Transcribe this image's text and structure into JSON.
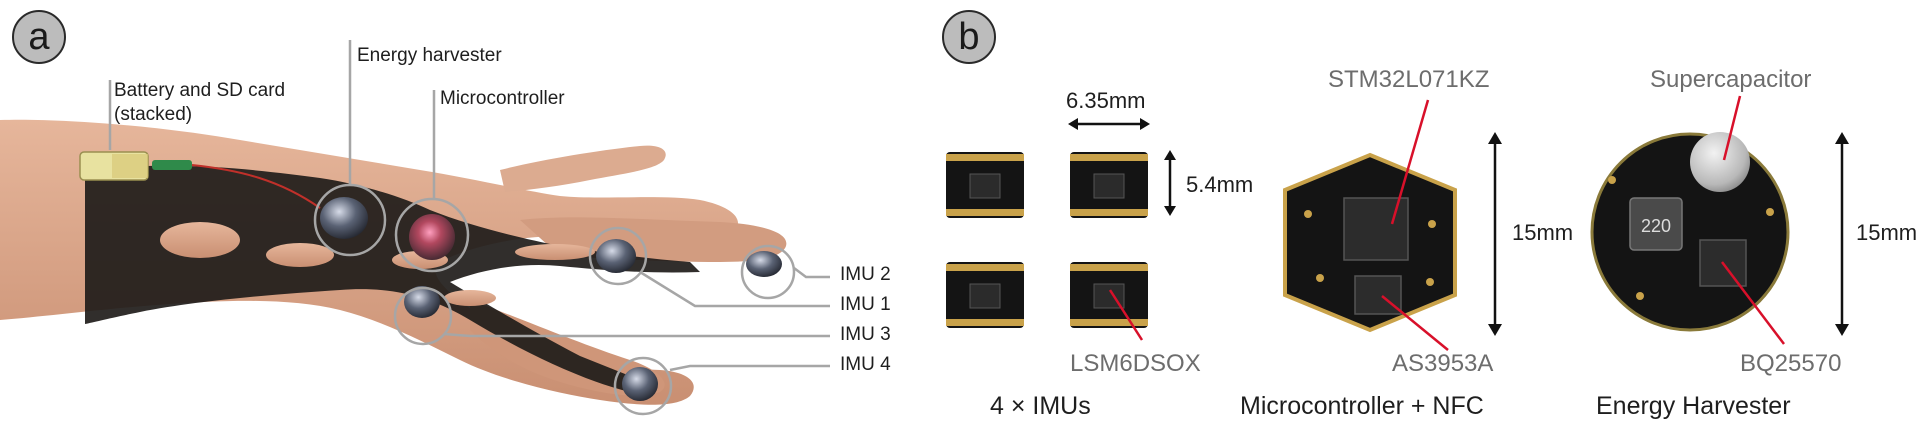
{
  "panel_a": {
    "badge": "a",
    "labels": {
      "battery": "Battery and SD card",
      "battery_sub": "(stacked)",
      "energy_harvester": "Energy harvester",
      "microcontroller": "Microcontroller",
      "imu2": "IMU 2",
      "imu1": "IMU 1",
      "imu3": "IMU 3",
      "imu4": "IMU 4"
    }
  },
  "panel_b": {
    "badge": "b",
    "dim_width": "6.35mm",
    "dim_height": "5.4mm",
    "imu_chip": "LSM6DSOX",
    "imu_caption": "4 × IMUs",
    "mcu_chip": "STM32L071KZ",
    "nfc_chip": "AS3953A",
    "mcu_dim": "15mm",
    "mcu_caption": "Microcontroller + NFC",
    "supercap": "Supercapacitor",
    "harvester_chip": "BQ25570",
    "harvester_dim": "15mm",
    "harvester_caption": "Energy Harvester",
    "inductor_marking": "220"
  },
  "colors": {
    "badge_fill": "#bcbcbc",
    "pcb": "#141414",
    "gold": "#c9a24a",
    "callout_grey": "#a6a6a6",
    "callout_red": "#d8102a",
    "skin": "#d9a58a",
    "mesh": "#1f1c1a"
  }
}
